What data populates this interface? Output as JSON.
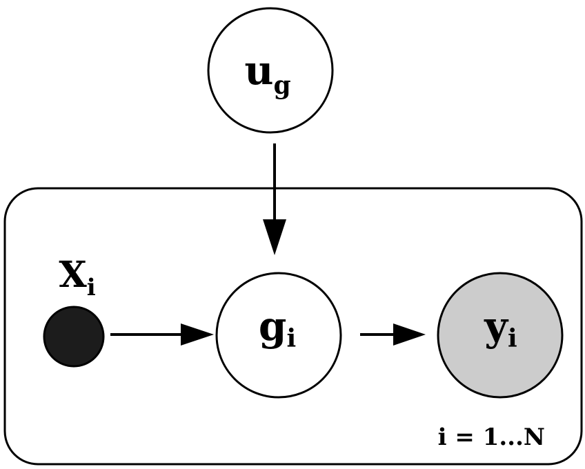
{
  "nodes": {
    "ug": {
      "main": "u",
      "sub": "g",
      "fill": "#ffffff"
    },
    "x": {
      "main": "X",
      "sub": "i",
      "fill": "#1c1c1c"
    },
    "g": {
      "main": "g",
      "sub": "i",
      "fill": "#ffffff"
    },
    "y": {
      "main": "y",
      "sub": "i",
      "fill": "#cccccc"
    }
  },
  "plate": {
    "label": "i = 1...N"
  },
  "colors": {
    "stroke": "#000000",
    "background": "#ffffff"
  }
}
